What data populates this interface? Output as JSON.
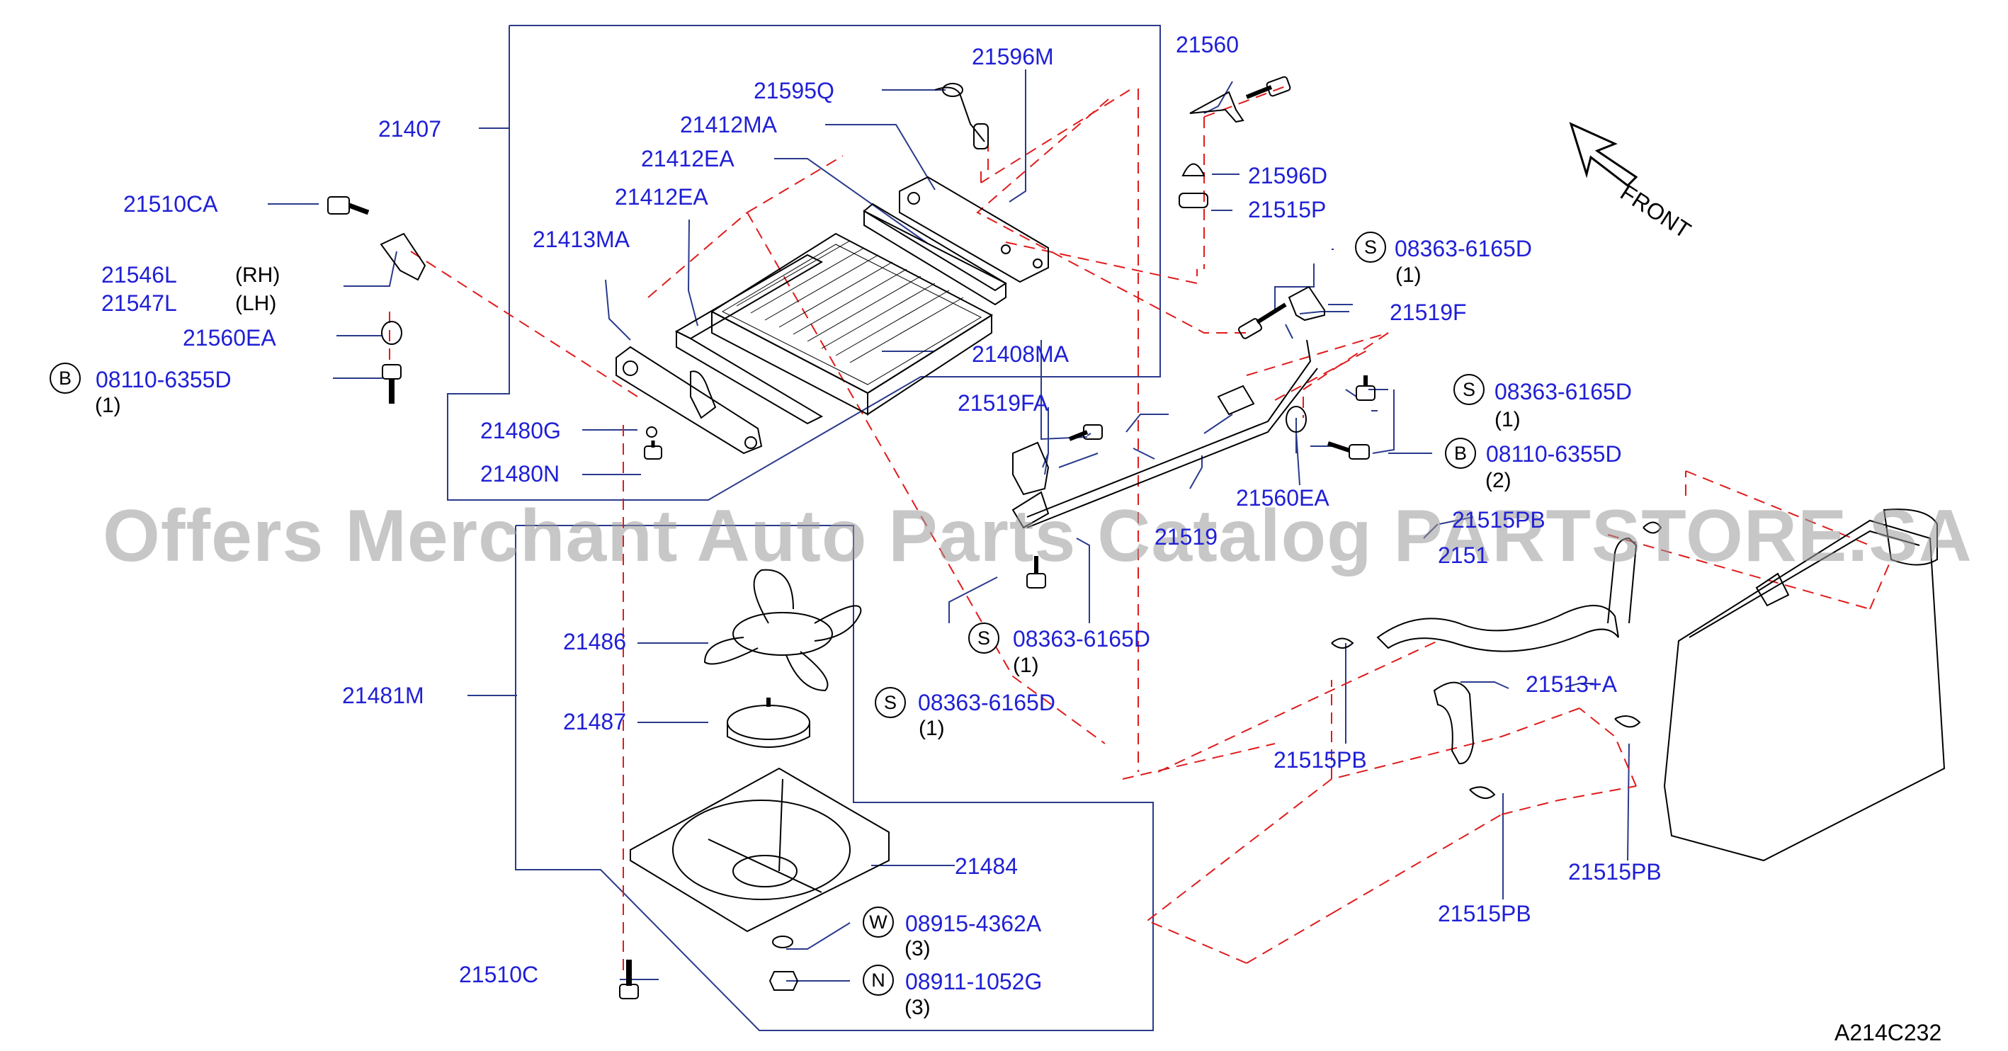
{
  "watermark": "Offers Merchant Auto Parts Catalog PARTSTORE.SA",
  "diagram_code": "A214C232",
  "front_label": "FRONT",
  "callouts": {
    "c21596M": "21596M",
    "c21560": "21560",
    "c21595Q": "21595Q",
    "c21407": "21407",
    "c21412MA": "21412MA",
    "c21412EA_a": "21412EA",
    "c21412EA_b": "21412EA",
    "c21510CA": "21510CA",
    "c21413MA": "21413MA",
    "c21546L": "21546L",
    "c21547L": "21547L",
    "c21560EA_a": "21560EA",
    "c08110_a": "08110-6355D",
    "c21408MA": "21408MA",
    "c21480G": "21480G",
    "c21480N": "21480N",
    "c21596D": "21596D",
    "c21515P": "21515P",
    "c08363_a": "08363-6165D",
    "c21519F": "21519F",
    "c08363_b": "08363-6165D",
    "c21519FA": "21519FA",
    "c08110_b": "08110-6355D",
    "c21560EA_b": "21560EA",
    "c21519": "21519",
    "c21515PB_top": "21515PB",
    "c2151x": "2151",
    "c21486": "21486",
    "c21481M": "21481M",
    "c08363_c": "08363-6165D",
    "c08363_d": "08363-6165D",
    "c21487": "21487",
    "c21513A": "21513+A",
    "c21515PB_a": "21515PB",
    "c21484": "21484",
    "c21515PB_b": "21515PB",
    "c08915": "08915-4362A",
    "c21515PB_c": "21515PB",
    "c21510C": "21510C",
    "c08911": "08911-1052G"
  },
  "side_labels": {
    "rh": "(RH)",
    "lh": "(LH)"
  },
  "quantities": {
    "q08110_a": "(1)",
    "q08363_a": "(1)",
    "q08363_b": "(1)",
    "q08110_b": "(2)",
    "q08363_c": "(1)",
    "q08363_d": "(1)",
    "q08915": "(3)",
    "q08911": "(3)"
  },
  "circle_letters": {
    "b1": "B",
    "s1": "S",
    "s2": "S",
    "b2": "B",
    "s3": "S",
    "s4": "S",
    "w1": "W",
    "n1": "N"
  },
  "colors": {
    "label": "#1f1fd6",
    "leader": "#2a3a8c",
    "dash": "#e01b1b",
    "part": "#000000"
  }
}
